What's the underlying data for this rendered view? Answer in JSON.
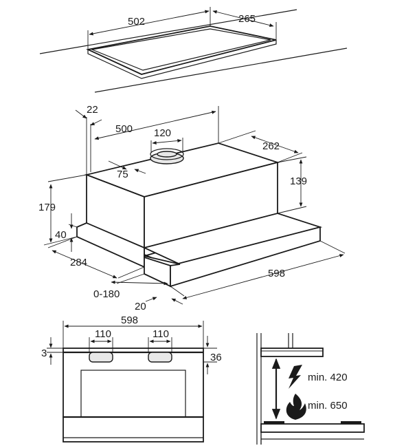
{
  "cooktop": {
    "width_label": "502",
    "depth_label": "265"
  },
  "hood": {
    "dim_22": "22",
    "dim_500": "500",
    "dim_120": "120",
    "dim_262": "262",
    "dim_75": "75",
    "dim_139": "139",
    "dim_179": "179",
    "dim_40": "40",
    "dim_284": "284",
    "dim_598": "598",
    "dim_0_180": "0-180",
    "dim_20": "20"
  },
  "front_view": {
    "dim_598": "598",
    "dim_110_left": "110",
    "dim_110_right": "110",
    "dim_3": "3",
    "dim_36": "36"
  },
  "clearance": {
    "electric_label": "min. 420",
    "gas_label": "min. 650",
    "electric_icon": "lightning-bolt-icon",
    "gas_icon": "flame-icon"
  }
}
